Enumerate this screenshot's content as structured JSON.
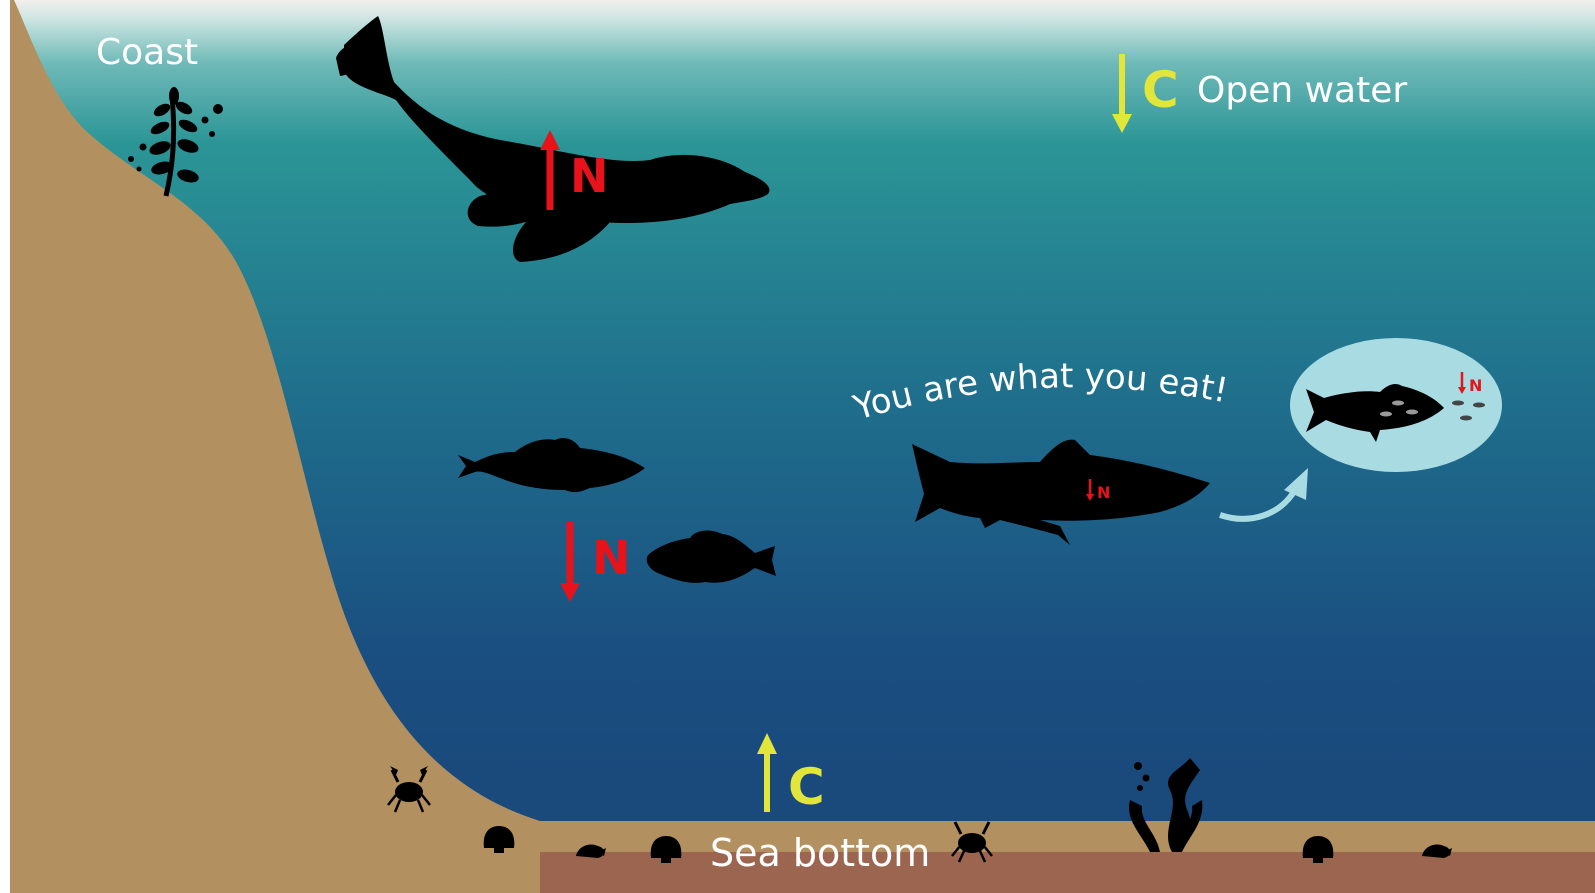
{
  "labels": {
    "coast": "Coast",
    "open_water": "Open water",
    "sea_bottom": "Sea bottom",
    "slogan": "You are what you eat!"
  },
  "arrows": {
    "seal_n": "N",
    "open_water_c": "C",
    "bottom_fish_n": "N",
    "salmon_n": "N",
    "inset_n": "N",
    "sea_bottom_c": "C"
  },
  "colors": {
    "nitrogen_arrow": "#e8121b",
    "carbon_arrow": "#e3e63a",
    "label_text": "#ffffff",
    "coast_sand": "#b3905f",
    "seabed_soil": "#9c6550",
    "water_surface": "#2f9a9a",
    "water_deep": "#1b4a7e",
    "inset_bubble": "#a9dbe3",
    "silhouette": "#000000"
  },
  "icons": [
    "seal-silhouette",
    "cod-silhouette",
    "sculpin-silhouette",
    "salmon-silhouette",
    "seaweed-icon",
    "kelp-icon",
    "crab-icon",
    "scallop-icon",
    "snail-icon",
    "curved-arrow-icon"
  ]
}
